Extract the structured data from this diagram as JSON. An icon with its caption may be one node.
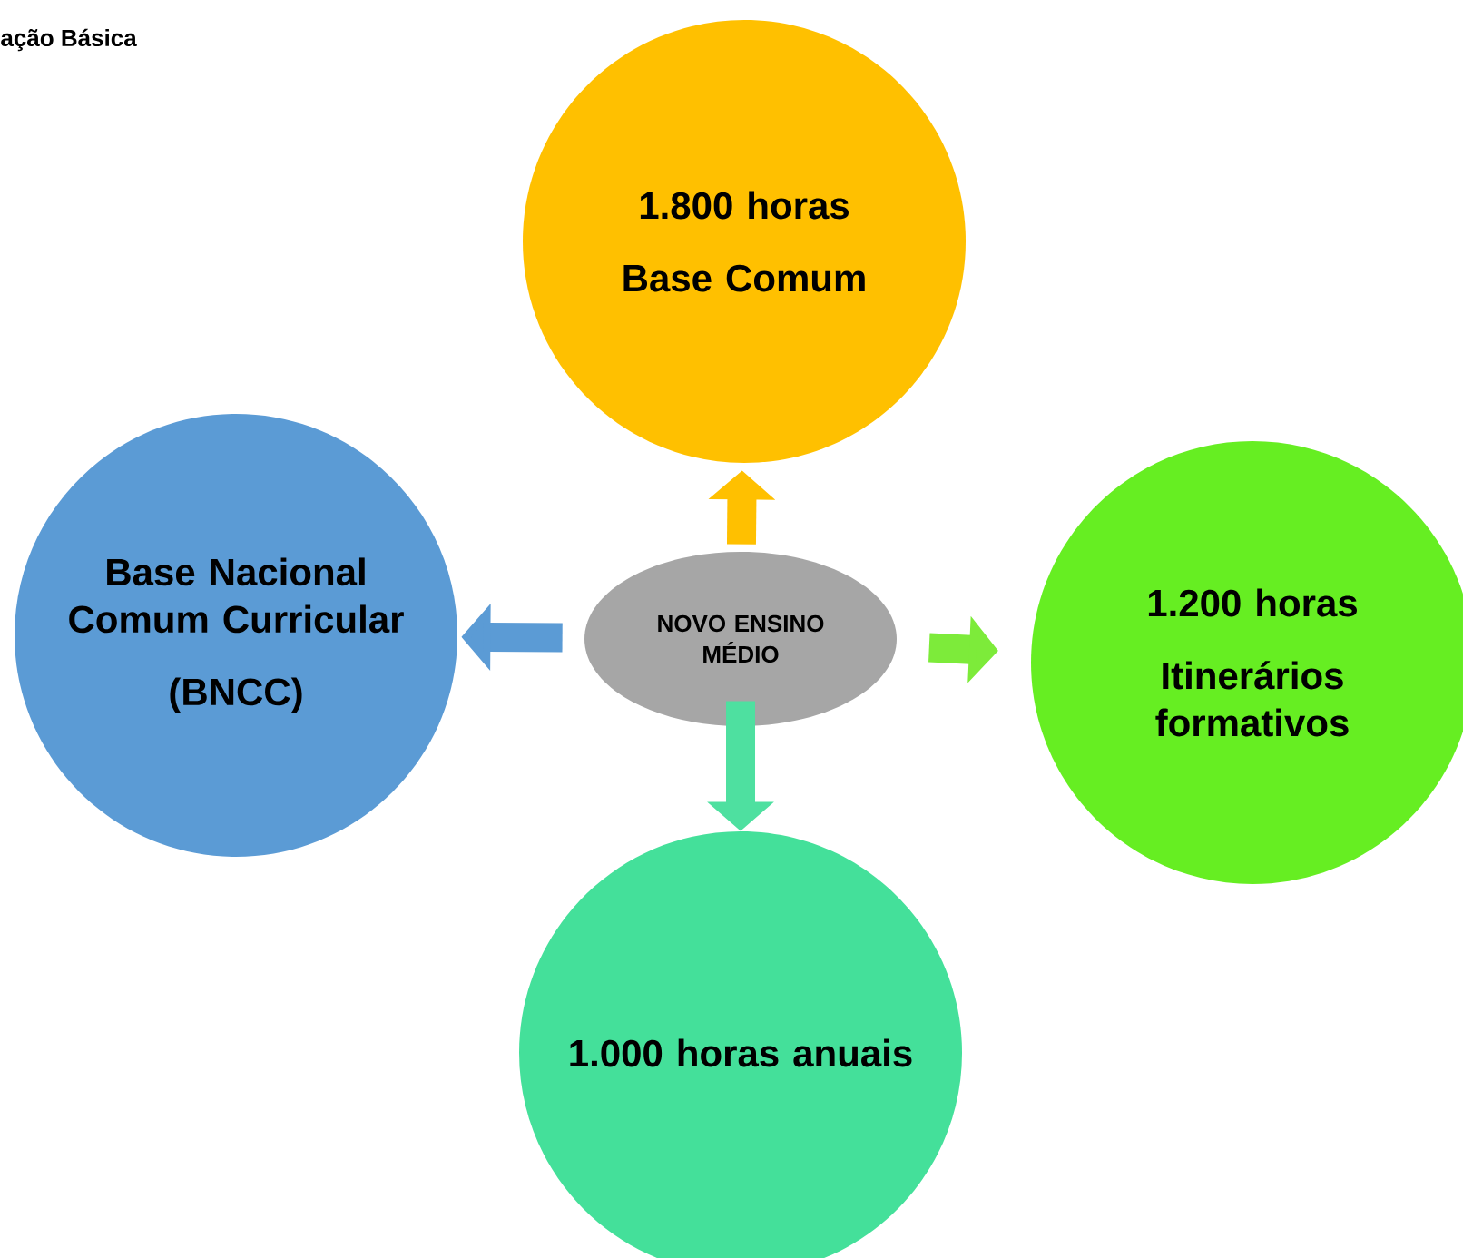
{
  "diagram": {
    "title": "ação Básica",
    "nodes": [
      {
        "text": [
          "1.800 horas",
          "Base Comum"
        ]
      },
      {
        "text": [
          "Base Nacional Comum Curricular",
          "(BNCC)"
        ]
      },
      {
        "text": [
          "NOVO ENSINO MÉDIO"
        ]
      },
      {
        "text": [
          "1.200 horas",
          "Itinerários formativos"
        ]
      },
      {
        "text": [
          "1.000 horas anuais"
        ]
      }
    ],
    "edges": [
      {
        "from": 2,
        "to": 0,
        "arrow": "to",
        "color": "#ffc000"
      },
      {
        "from": 2,
        "to": 1,
        "arrow": "to",
        "color": "#5b9bd5"
      },
      {
        "from": 2,
        "to": 3,
        "arrow": "to",
        "color": "#7deb3a"
      },
      {
        "from": 2,
        "to": 4,
        "arrow": "to",
        "color": "#4ee0a0"
      }
    ]
  }
}
